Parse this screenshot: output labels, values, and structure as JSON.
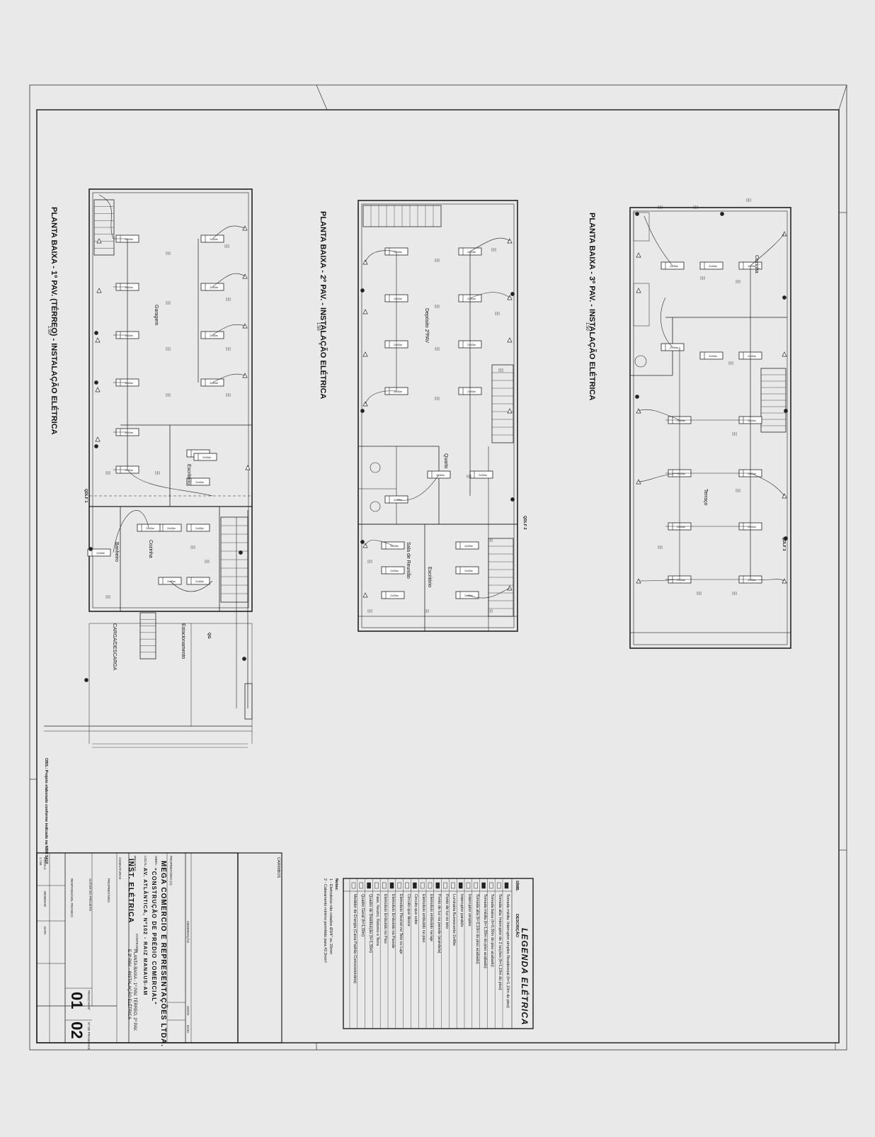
{
  "plans": [
    {
      "title": "PLANTA BAIXA - 1º PAV. (TÉRREO) - INSTALAÇÃO ELÉTRICA",
      "scale": "1:50",
      "rooms": [
        "Garagem",
        "Escritório",
        "Cozinha",
        "Banheiro",
        "Estacionamento",
        "CARGA/DESCARGA"
      ]
    },
    {
      "title": "PLANTA BAIXA - 2º PAV. - INSTALAÇÃO ELÉTRICA",
      "scale": "1:50",
      "rooms": [
        "Depósito 2ºPAV",
        "Quarto",
        "Sala de Reunião",
        "Escritório"
      ]
    },
    {
      "title": "PLANTA BAIXA - 3º PAV. - INSTALAÇÃO ELÉTRICA",
      "scale": "1:50",
      "rooms": [
        "Cozinha",
        "Terraço"
      ]
    }
  ],
  "panels": [
    "QDLF 1",
    "QDLF 2",
    "QDLF 3",
    "QG"
  ],
  "lamp_label": "2x40w",
  "notes_bottom": "OBS.: Projeto elaborado conforme indicado na NBR 5410",
  "legend": {
    "title": "LEGENDA ELÉTRICA",
    "col_sym": "SÍMB.",
    "col_desc": "DESCRIÇÃO",
    "items": [
      "Tomada média: Interruptor simples Residencial (h=1,10m do piso)",
      "Tomada alta: Interruptor de 2 seções (h=1,10m do piso)",
      "Tomada baixa (h=0,30m do piso acabado)",
      "Tomada média (h=1,30m do piso acabado)",
      "Tomada alta (h=2,10m do piso acabado)",
      "Interruptor simples",
      "Interruptor paralelo",
      "Luminária fluorescente 2x40w",
      "Ponto de luz no teto",
      "Ponto de luz na parede (arandela)",
      "Eletroduto embutido na laje",
      "Eletroduto embutido no piso",
      "Circuito que sobe",
      "Circuito que desce",
      "Eletroduto Flexível no Teto ou Laje",
      "Eletroduto Embutido na Parede",
      "Eletroduto Embutido no Piso",
      "Fase, Neutro, Retorno e Terra",
      "Quadro de Distribuição (h=1,30m)",
      "Quadro Geral (h=1,30m)",
      "Medidor de Energia (Caixa Padrão Concessionária)"
    ]
  },
  "notes": {
    "title": "Notas:",
    "lines": [
      "1 - Eletrodutos não cotados Ø3/4\" ou 20mm",
      "2 - Cabeamento mínimo permitido para #2,5mm²"
    ]
  },
  "title_block": {
    "carimbos": "CARIMBOS",
    "observacao": "OBSERVAÇÃO",
    "visto": "VISTO",
    "data": "DATA",
    "proprietario_label": "PROPRIETÁRIO (A):",
    "company": "MEGA COMERCIO E REPRESENTAÇÕES LTDA.",
    "obra_label": "OBRA:",
    "obra": "\"CONSTRUÇÃO DE PRÉDIO COMERCIAL\"",
    "local_label": "LOCAL:",
    "address": "AV. ATLÂNTICA, Nº102 - RAIZ   MANAUS-AM",
    "projeto_label": "PROJETO:",
    "discipline": "INST. ELÉTRICA",
    "content_label": "CONTEÚDO:",
    "content": "PLANTA BAIXA - 1º PAV. TÉRREO, 2º PAV. E 3º PAV. - INSTALAÇÃO ELÉTRICA",
    "assinaturas": "ASSINATURAS",
    "proprietario_sig": "PROPRIETÁRIO",
    "autor_sig": "AUTOR DO PROJETO",
    "resp_sig": "RESPONSÁVEL TÉCNICO",
    "escala_label": "ESCALA",
    "escala": "1 / 50",
    "desenho_label": "DESENHO",
    "data_label": "DATA",
    "prancha_label": "PRANCHA Nº",
    "total_label": "Nº DE PRANCHAS",
    "sheet": "01",
    "total": "02"
  }
}
